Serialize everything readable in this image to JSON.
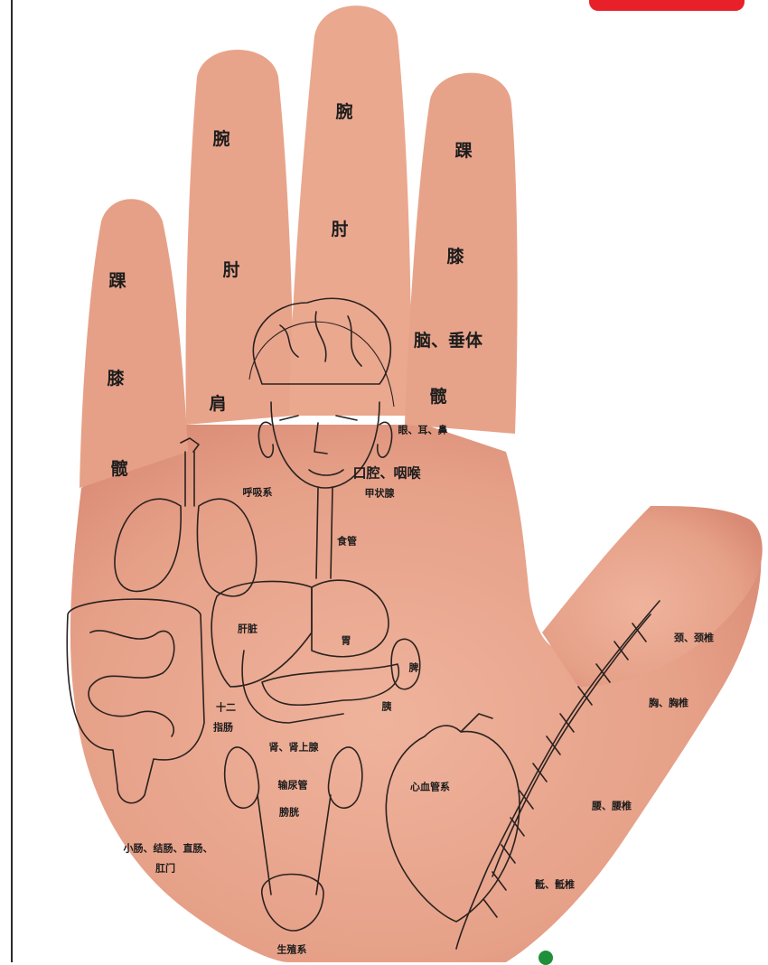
{
  "labels": {
    "f2_ankle": "踝",
    "f2_knee": "膝",
    "f2_hip": "髋",
    "f3_wrist": "腕",
    "f3_elbow": "肘",
    "f3_shoulder": "肩",
    "f4_wrist": "腕",
    "f4_elbow": "肘",
    "f5_ankle": "踝",
    "f5_knee": "膝",
    "f5_brain_pituitary": "脑、垂体",
    "f5_hip": "髋",
    "eye_ear_nose": "眼、耳、鼻",
    "mouth_throat": "口腔、咽喉",
    "thyroid": "甲状腺",
    "respiratory": "呼吸系",
    "esophagus": "食管",
    "liver": "肝脏",
    "stomach": "胃",
    "spleen": "脾",
    "pancreas": "胰",
    "duodenum_1": "十二",
    "duodenum_2": "指肠",
    "kidney_adrenal": "肾、肾上腺",
    "ureter": "输尿管",
    "bladder": "膀胱",
    "reproductive": "生殖系",
    "cardiovascular": "心血管系",
    "intestines_1": "小肠、结肠、直肠、",
    "intestines_2": "肛门",
    "cervical": "颈、颈椎",
    "thoracic": "胸、胸椎",
    "lumbar": "腰、腰椎",
    "sacral": "骶、骶椎"
  },
  "colors": {
    "skin": "#e9a48a",
    "skin_shadow": "#d98a74",
    "ink": "#2b2220",
    "badge": "#e8202a",
    "logo": "#1f8f3a"
  }
}
